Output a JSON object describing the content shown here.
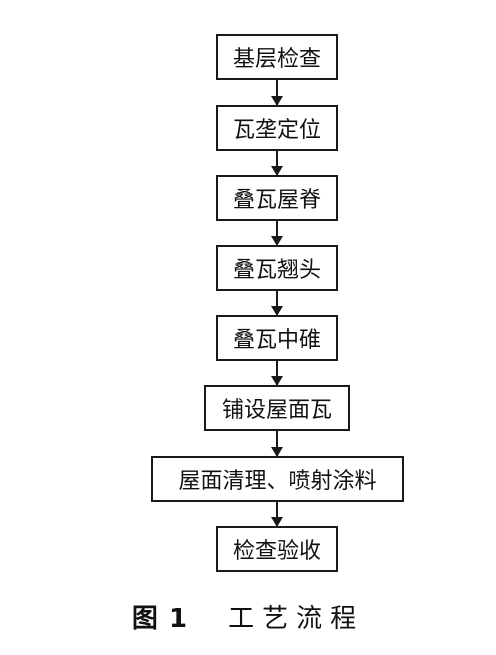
{
  "steps": [
    "基层检查",
    "瓦垄定位",
    "叠瓦屋脊",
    "叠瓦翘头",
    "叠瓦中碓",
    "铺设屋面瓦",
    "屋面清理、喷射涂料",
    "检查验收"
  ],
  "caption": {
    "figure_label": "图 1",
    "title": "工艺流程"
  }
}
